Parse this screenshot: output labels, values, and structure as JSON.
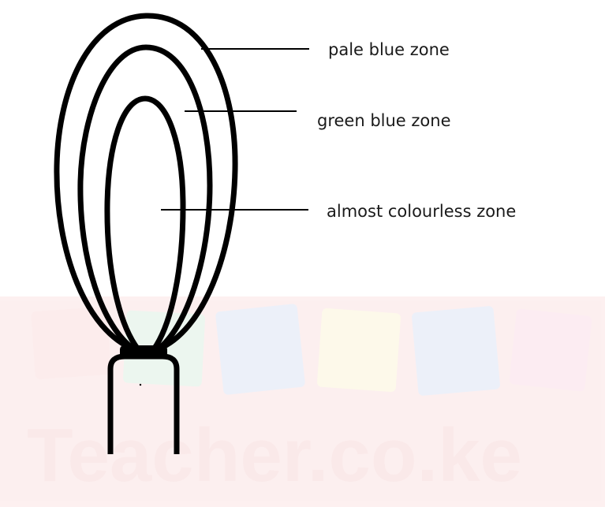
{
  "labels": {
    "pale_blue": "pale blue zone",
    "green_blue": "green blue zone",
    "colourless": "almost colourless zone"
  },
  "watermark": {
    "text": "Teacher.co.ke",
    "tile_colors": [
      "#e23a3a",
      "#3aa657",
      "#3a5fc8",
      "#f2c21f",
      "#3a5fc8",
      "#e23a7a"
    ]
  }
}
